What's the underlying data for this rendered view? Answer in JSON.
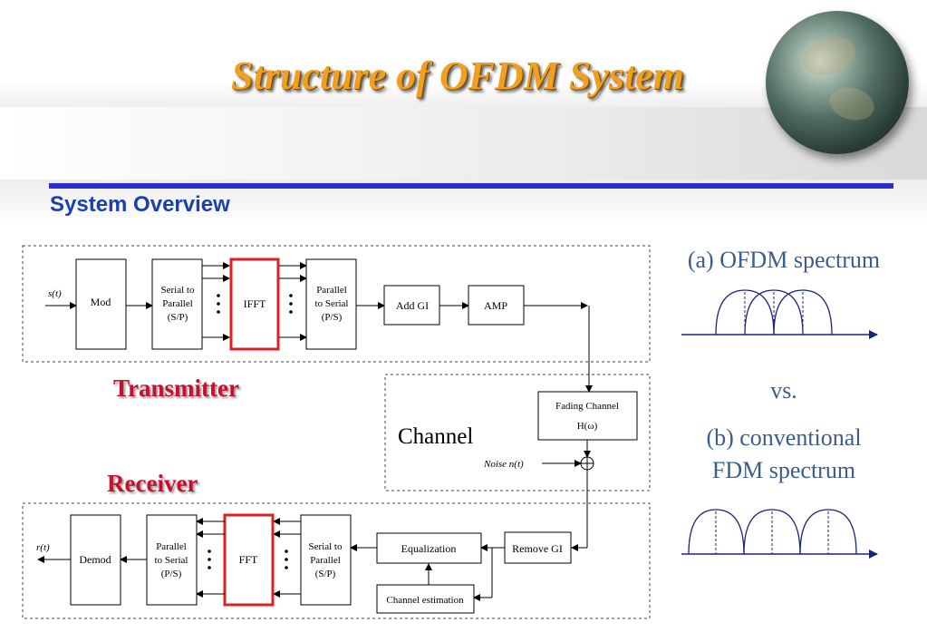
{
  "title": "Structure of OFDM System",
  "subtitle": "System Overview",
  "transmitter": {
    "label": "Transmitter",
    "input_signal": "s(t)",
    "blocks": {
      "mod": "Mod",
      "sp": [
        "Serial to",
        "Parallel",
        "(S/P)"
      ],
      "ifft": "IFFT",
      "ps": [
        "Parallel",
        "to Serial",
        "(P/S)"
      ],
      "add_gi": "Add GI",
      "amp": "AMP"
    }
  },
  "channel": {
    "label": "Channel",
    "fading": [
      "Fading Channel",
      "H(ω)"
    ],
    "noise": "Noise  n(t)"
  },
  "receiver": {
    "label": "Receiver",
    "output_signal": "r(t)",
    "blocks": {
      "demod": "Demod",
      "ps": [
        "Parallel",
        "to Serial",
        "(P/S)"
      ],
      "fft": "FFT",
      "sp": [
        "Serial to",
        "Parallel",
        "(S/P)"
      ],
      "equalization": "Equalization",
      "remove_gi": "Remove GI",
      "channel_estimation": "Channel estimation"
    }
  },
  "spectrum": {
    "ofdm_label": "(a) OFDM spectrum",
    "vs": "vs.",
    "fdm_label": [
      "(b) conventional",
      "FDM spectrum"
    ]
  },
  "colors": {
    "title": "#f0a020",
    "rule": "#2f2fd0",
    "subtitle": "#1b3fb0",
    "red_label": "#c8102e",
    "highlight_box": "#e02020",
    "spectrum_label": "#3d5b8c",
    "spectrum_axis": "#1a237e"
  }
}
